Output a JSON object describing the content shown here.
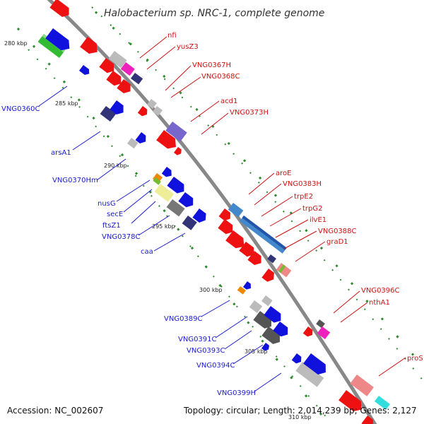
{
  "title": "Halobacterium sp. NRC-1, complete genome",
  "accession": "Accession: NC_002607",
  "topology": "Topology: circular; Length: 2,014,239 bp; Genes: 2,127",
  "colors": {
    "backbone": "#888888",
    "ticks": "#2e8b2e",
    "label_left": "#1a1acc",
    "label_right": "#cc1111"
  },
  "scale": [
    "280 kbp",
    "285 kbp",
    "290 kbp",
    "295 kbp",
    "300 kbp",
    "305 kbp",
    "310 kbp"
  ],
  "labels_left": [
    "VNG0360C",
    "arsA1",
    "VNG0370Hm",
    "nusG",
    "secE",
    "ftsZ1",
    "VNG0378C",
    "caa",
    "VNG0389C",
    "VNG0391C",
    "VNG0393C",
    "VNG0394C",
    "VNG0399H"
  ],
  "labels_right": [
    "nfi",
    "yusZ3",
    "VNG0367H",
    "VNG0368C",
    "acd1",
    "VNG0373H",
    "aroE",
    "VNG0383H",
    "trpE2",
    "trpG2",
    "ilvE1",
    "VNG0388C",
    "graD1",
    "VNG0396C",
    "nthA1",
    "proS"
  ]
}
